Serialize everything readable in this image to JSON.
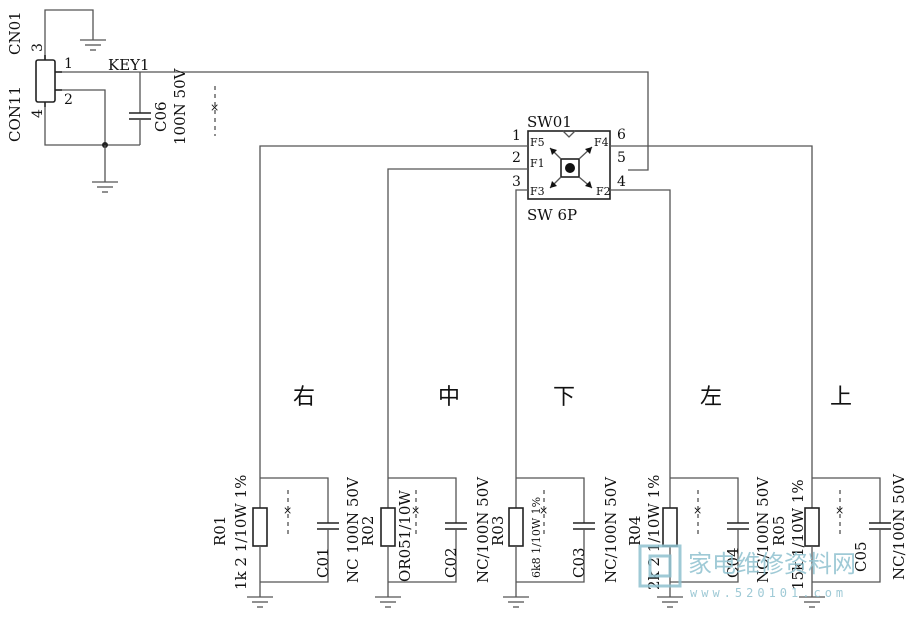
{
  "connector": {
    "ref_a": "CN01",
    "ref_b": "CON11",
    "pin1": "1",
    "pin2": "2",
    "pin3": "3",
    "pin4": "4"
  },
  "key": {
    "label": "KEY1"
  },
  "c06": {
    "ref": "C06",
    "value": "100N 50V"
  },
  "switch": {
    "ref": "SW01",
    "type": "SW 6P",
    "pins": [
      "1",
      "2",
      "3",
      "4",
      "5",
      "6"
    ],
    "contacts": [
      "F5",
      "F4",
      "F1",
      "F3",
      "F2"
    ]
  },
  "branches": [
    {
      "dir": "右",
      "r_ref": "R01",
      "r_val": "1k 2 1/10W 1%",
      "c_ref": "C01",
      "c_val": "NC  100N 50V"
    },
    {
      "dir": "中",
      "r_ref": "R02",
      "r_val": "OR051/10W",
      "c_ref": "C02",
      "c_val": "NC/100N 50V"
    },
    {
      "dir": "下",
      "r_ref": "R03",
      "r_val": "6k8 1/10W 1%",
      "c_ref": "C03",
      "c_val": "NC/100N 50V"
    },
    {
      "dir": "左",
      "r_ref": "R04",
      "r_val": "2k 2 1/10W 1%",
      "c_ref": "C04",
      "c_val": "NC/100N 50V"
    },
    {
      "dir": "上",
      "r_ref": "R05",
      "r_val": "15k 1/10W 1%",
      "c_ref": "C05",
      "c_val": "NC/100N 50V"
    }
  ],
  "watermark": {
    "logo_text": "家电维修资料网",
    "url_text": "www.520101.com",
    "logo_color": "#8fc1cf"
  },
  "colors": {
    "wire": "#555555",
    "ink": "#111111"
  }
}
